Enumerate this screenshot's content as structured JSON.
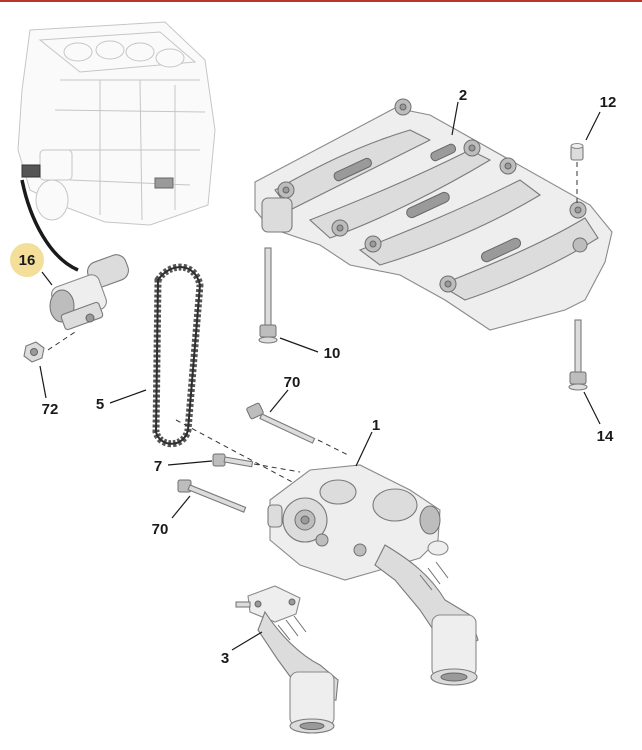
{
  "callouts": [
    {
      "id": "2",
      "label": "2"
    },
    {
      "id": "12",
      "label": "12"
    },
    {
      "id": "16",
      "label": "16",
      "highlight_color": "#f3df9a"
    },
    {
      "id": "10",
      "label": "10"
    },
    {
      "id": "72",
      "label": "72"
    },
    {
      "id": "5",
      "label": "5"
    },
    {
      "id": "70a",
      "label": "70"
    },
    {
      "id": "14",
      "label": "14"
    },
    {
      "id": "1",
      "label": "1"
    },
    {
      "id": "7",
      "label": "7"
    },
    {
      "id": "70b",
      "label": "70"
    },
    {
      "id": "3",
      "label": "3"
    }
  ],
  "colors": {
    "top_rule": "#b8342e",
    "highlight": "#f3df9a",
    "part_fill": "#e6e6e6",
    "line": "#1a1a1a"
  }
}
